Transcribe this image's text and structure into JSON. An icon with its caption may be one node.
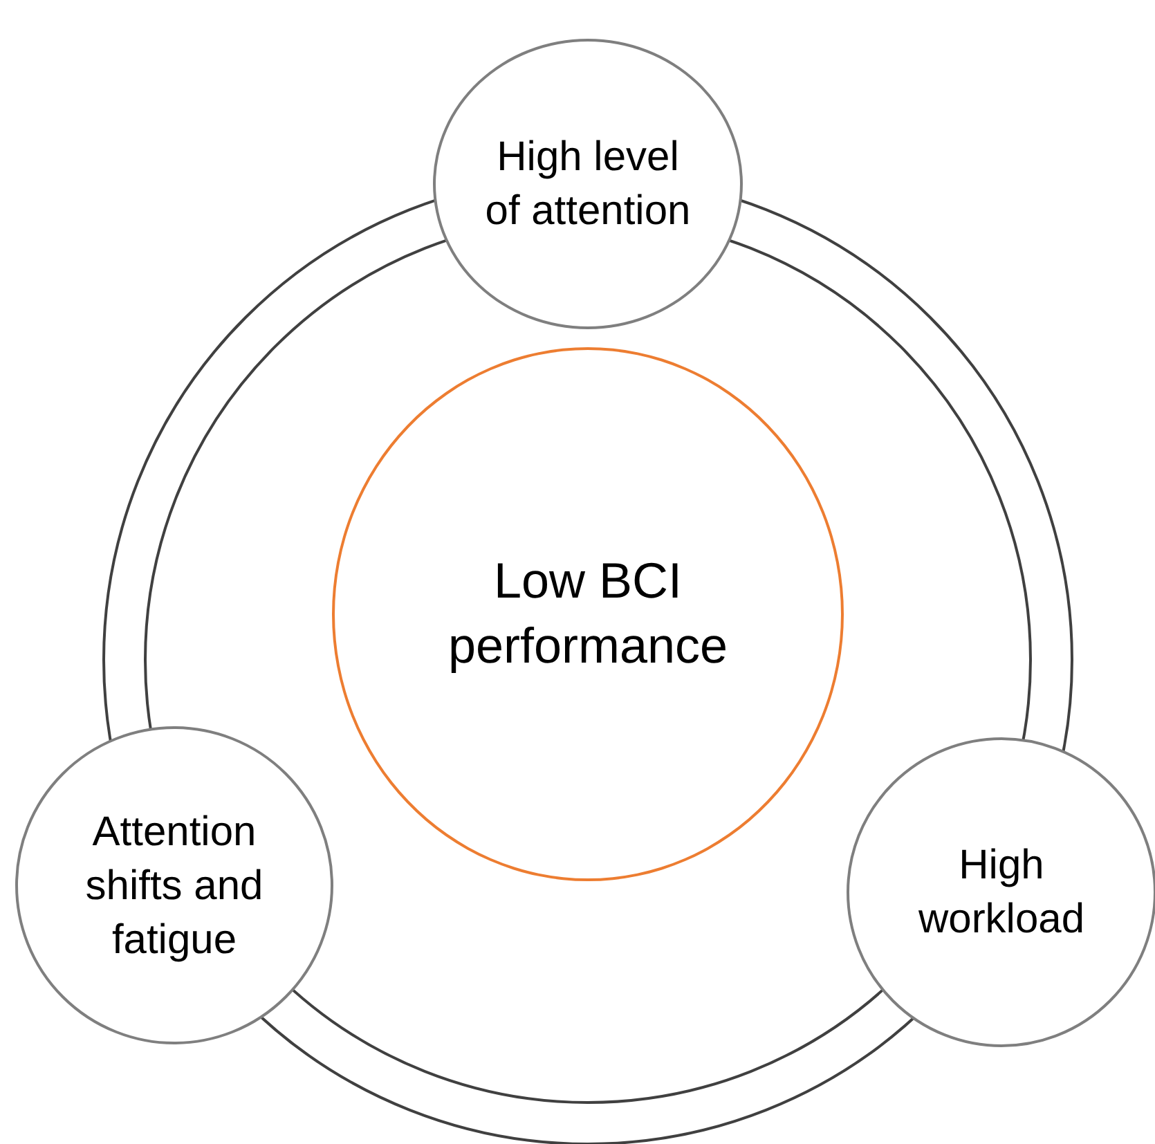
{
  "diagram": {
    "nodes": [
      {
        "text": [
          "High level of attention"
        ]
      },
      {
        "text": [
          "Low BCI performance"
        ]
      },
      {
        "text": [
          "Attention shifts and fatigue"
        ]
      },
      {
        "text": [
          "High workload"
        ]
      }
    ],
    "edges": []
  }
}
